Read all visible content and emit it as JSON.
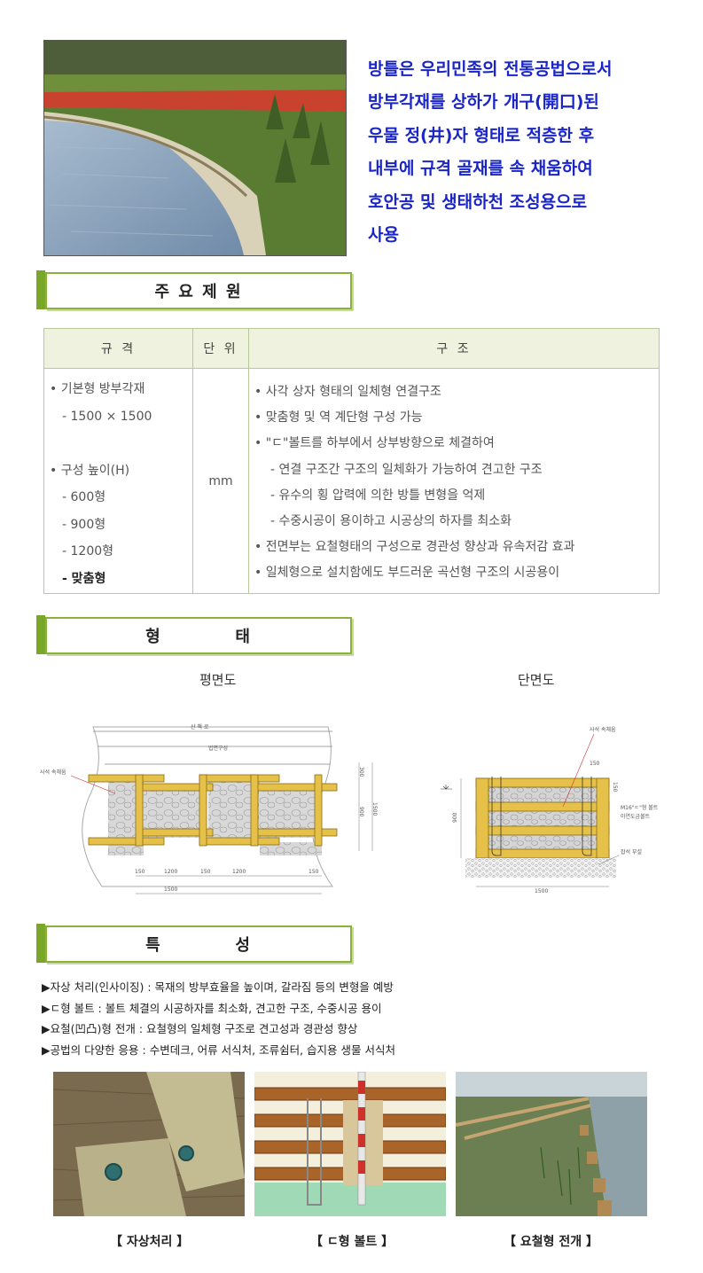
{
  "intro": {
    "lines": [
      "방틀은 우리민족의 전통공법으로서",
      "방부각재를 상하가 개구(開口)된",
      "우물 정(井)자 형태로 적층한 후",
      "내부에 규격 골재를 속 채움하여",
      "호안공 및 생태하천 조성용으로",
      "사용"
    ]
  },
  "sections": {
    "specs": "주 요 제 원",
    "shape": "형          태",
    "features": "특          성"
  },
  "spec_table": {
    "headers": [
      "규 격",
      "단 위",
      "구 조"
    ],
    "left": [
      "• 기본형 방부각재",
      "  - 1500 × 1500",
      "",
      "• 구성 높이(H)",
      "  - 600형",
      "  - 900형",
      "  - 1200형",
      "  - 맞춤형"
    ],
    "unit": "mm",
    "right": [
      "• 사각 상자 형태의 일체형 연결구조",
      "• 맞춤형 및 역 계단형 구성 가능",
      "• \"ㄷ\"볼트를 하부에서 상부방향으로 체결하여",
      "- 연결 구조간 구조의 일체화가 가능하여 견고한 구조",
      "- 유수의 횡 압력에 의한 방틀 변형을 억제",
      "- 수중시공이 용이하고 시공상의 하자를 최소화",
      "• 전면부는 요철형태의 구성으로 경관성 향상과 유속저감 효과",
      "• 일체형으로 설치함에도 부드러운 곡선형 구조의 시공용이"
    ]
  },
  "drawings": {
    "plan_title": "평면도",
    "section_title": "단면도",
    "plan_labels": {
      "trail": "산 책 로",
      "slope": "법면구성",
      "fill": "사석 속채움",
      "d1": "150",
      "d2": "1200",
      "d3": "150",
      "d4": "1200",
      "d5": "150",
      "total": "1500",
      "v1": "300",
      "v2": "1500",
      "v3": "900"
    },
    "section_labels": {
      "fill": "사석 속채움",
      "bolt": "M16\"ㄷ\"형 볼트",
      "bolt2": "아연도금볼트",
      "base": "잡석 부설",
      "w": "1500",
      "h": "900",
      "top": "150",
      "side": "150"
    }
  },
  "features": [
    "▶자상 처리(인사이징) : 목재의 방부효율을 높이며, 갈라짐 등의 변형을 예방",
    "▶ㄷ형 볼트 : 볼트 체결의 시공하자를 최소화, 견고한 구조, 수중시공 용이",
    "▶요철(凹凸)형 전개 : 요철형의 일체형 구조로 견고성과 경관성 향상",
    "▶공법의 다양한 응용 : 수변데크, 어류 서식처, 조류쉼터, 습지용 생물 서식처"
  ],
  "captions": [
    "【 자상처리 】",
    "【 ㄷ형 볼트 】",
    "【 요철형 전개 】"
  ],
  "colors": {
    "accent_green": "#7aa62a",
    "intro_blue": "#1a25c8",
    "table_header": "#eef2df"
  }
}
